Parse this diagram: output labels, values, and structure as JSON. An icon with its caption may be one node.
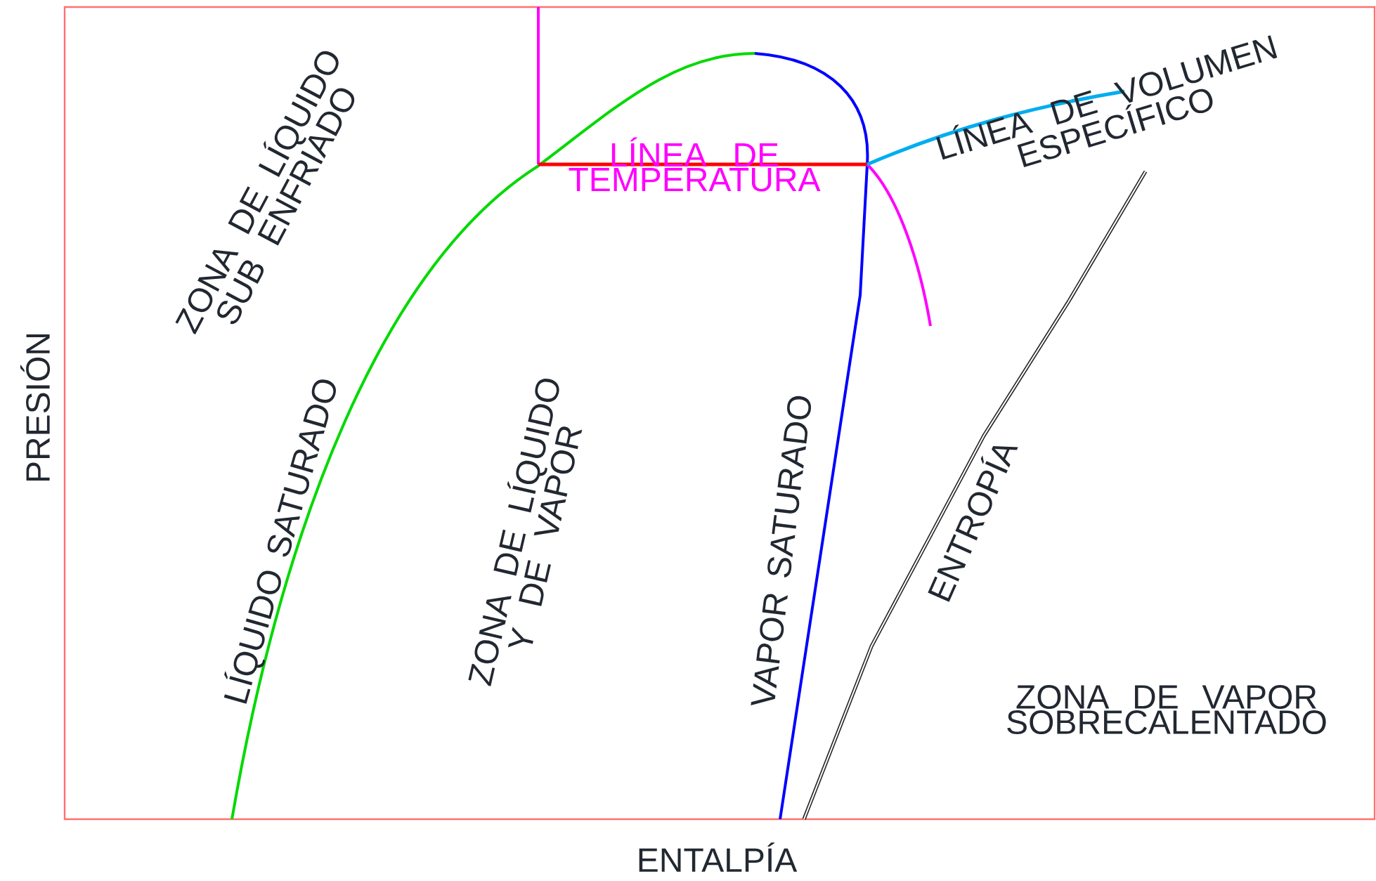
{
  "diagram": {
    "labels": [
      "ZONA DE LÍQUIDO SUB ENFRIADO",
      "LÍNEA DE TEMPERATURA",
      "LÍNEA DE VOLUMEN ESPECÍFICO",
      "PRESIÓN",
      "LÍQUIDO SATURADO",
      "ZONA DE LÍQUIDO Y DE VAPOR",
      "VAPOR SATURADO",
      "ENTROPÍA",
      "ZONA DE VAPOR SOBRECALENTADO",
      "ENTALPÍA"
    ]
  }
}
